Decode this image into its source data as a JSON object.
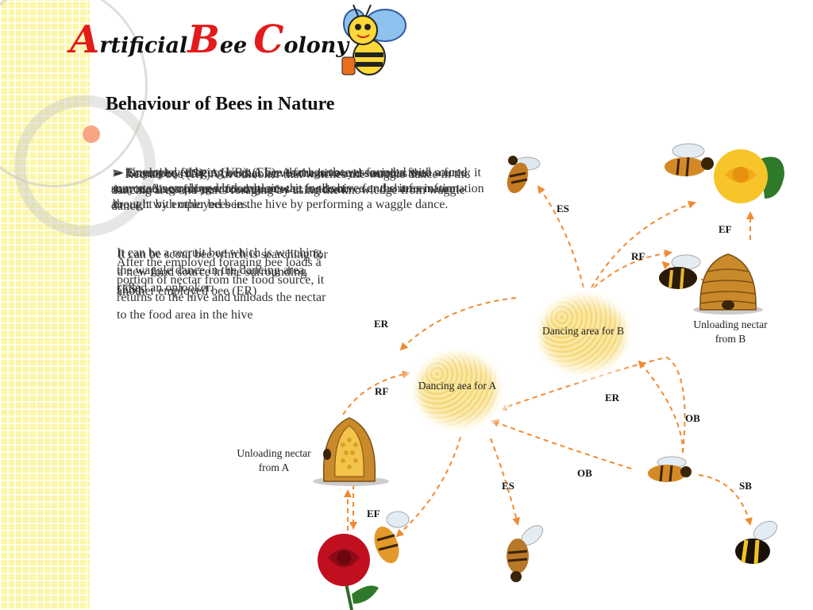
{
  "title": {
    "cap_a": "A",
    "rest_a": "rtificial",
    "cap_b": "B",
    "rest_b": "ee",
    "cap_c": "C",
    "rest_c": "olony"
  },
  "heading": "Behaviour of Bees in Nature",
  "overlay_block_1": [
    "➢ Employed foraging bees (EF): A forager bee associated with a food source. An employed bee exploits the food source and shares information about it with other bees in the hive by performing a waggle dance.",
    "➢ Unemployed bees (UB): A bee that has not yet found a food source; it may start searching randomly or wait in the hive for the information brought by employed bees.",
    "➢ Recruit bee (RF): An onlooker that watches the waggle dance in the dancing area and starts foraging by using the knowledge from waggle dance.",
    "➢ Scout bee (ES): A bee that leaves the hive and searches the surroundings for new food sources at random."
  ],
  "overlay_block_2": [
    "It can be a recruit bee which is watching the waggle dance in the dancing area, called an onlooker.",
    "It can be scout bee which is searching for a new food source in the surrounding (ES).",
    "After the employed foraging bee loads a portion of nectar from the food source, it returns to the hive and unloads the nectar to the food area in the  hive"
  ],
  "block2_extra": "another employed bee (ER)",
  "diagram": {
    "nodes": {
      "dance_b": "Dancing area for B",
      "dance_a": "Dancing aea for A",
      "unload_b": "Unloading nectar from B",
      "unload_a": "Unloading nectar from A"
    },
    "labels": {
      "es_top": "ES",
      "ef_right": "EF",
      "rf_top": "RF",
      "er_left": "ER",
      "rf_left": "RF",
      "er_mid": "ER",
      "ob_right": "OB",
      "ob_bottom": "OB",
      "sb": "SB",
      "es_bottom": "ES",
      "ef_bottom": "EF"
    }
  },
  "colors": {
    "arrow": "#f08a32",
    "accent": "#e31b1b",
    "stripe": "#fbf6a6"
  },
  "icons": [
    "bee-mascot-icon",
    "bee-icon",
    "rose-icon",
    "beehive-icon"
  ]
}
